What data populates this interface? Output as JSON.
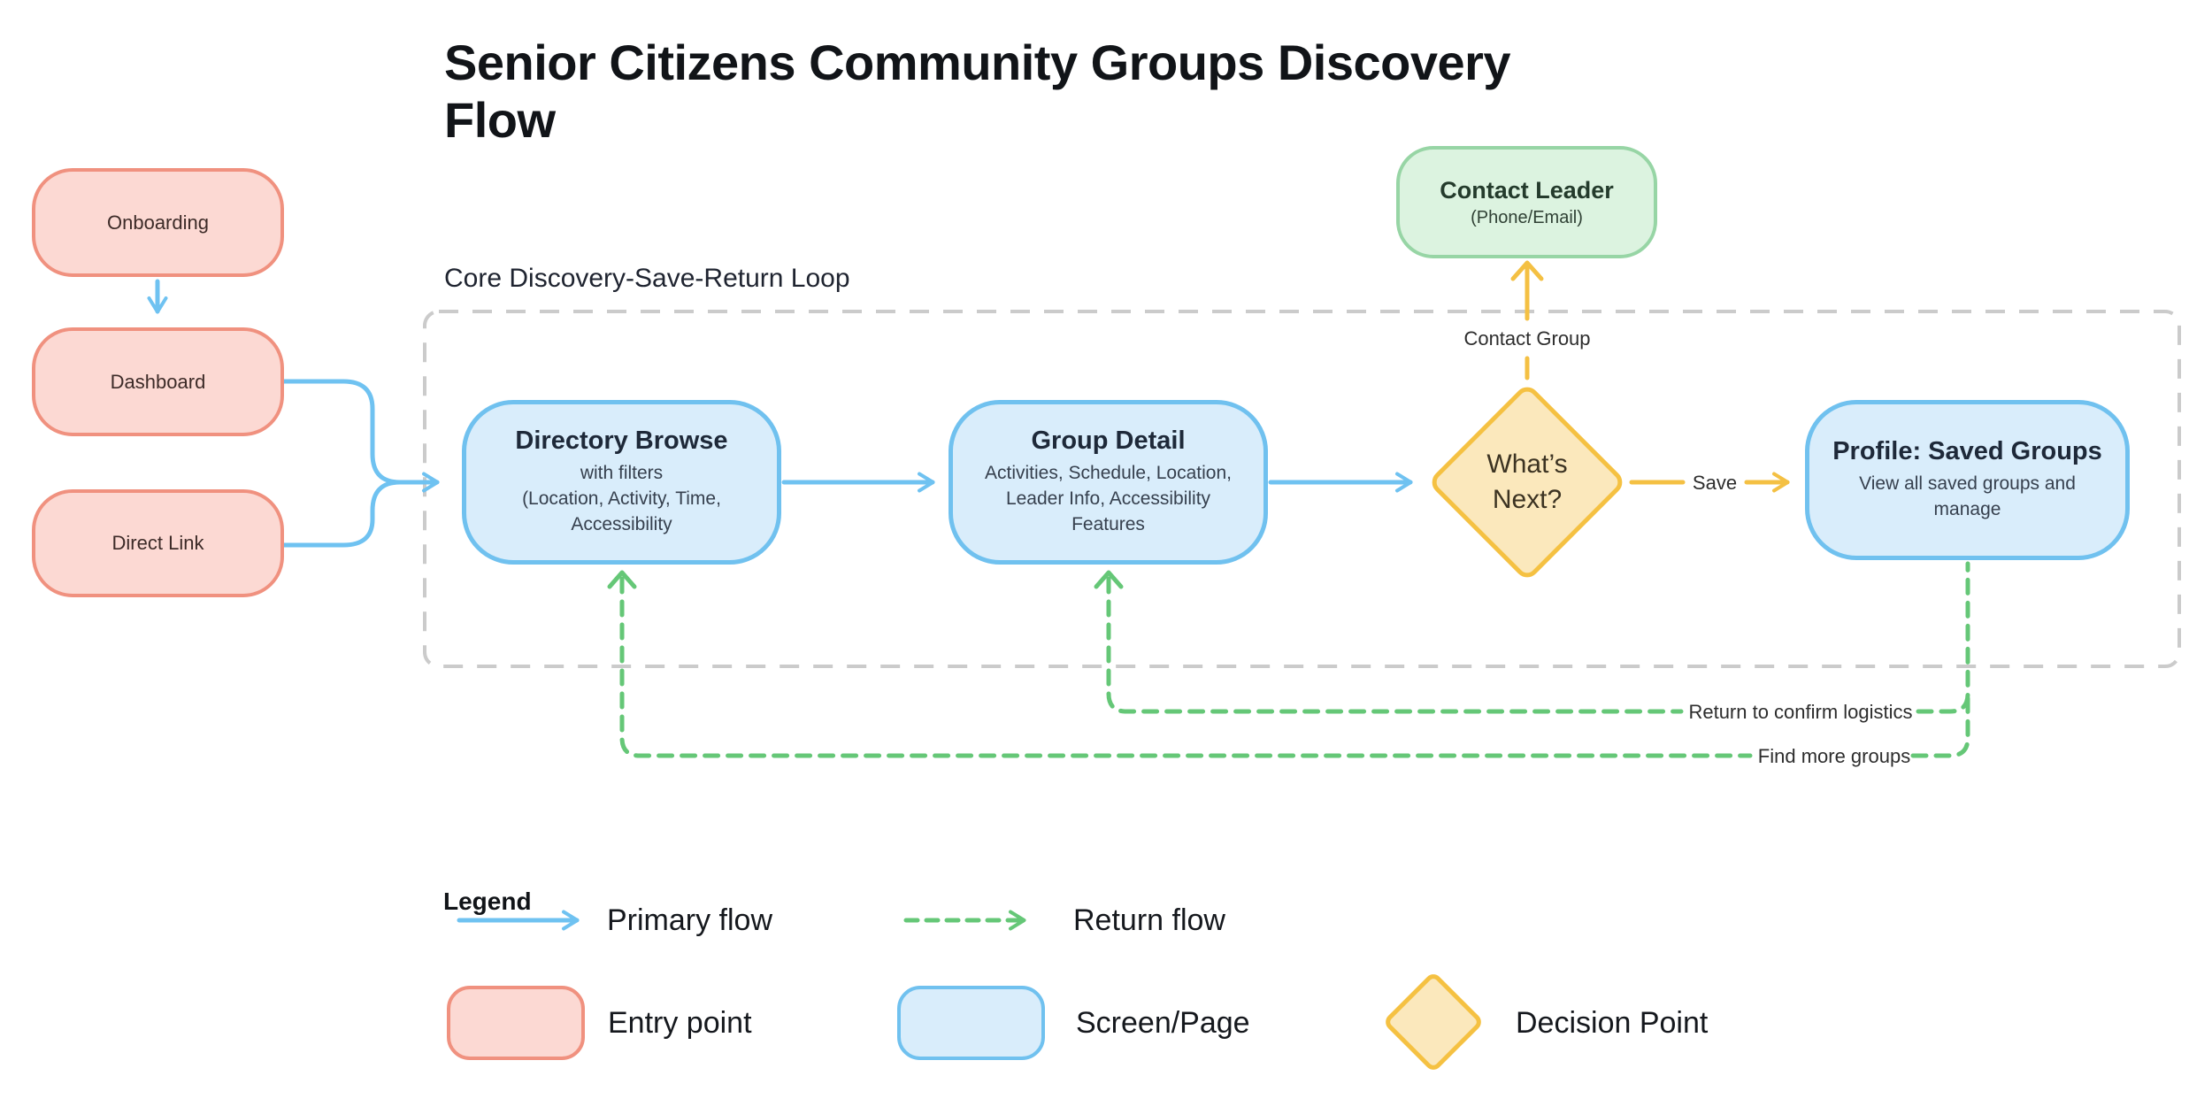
{
  "title": "Senior Citizens Community Groups Discovery Flow",
  "entry_points": [
    {
      "label": "Onboarding"
    },
    {
      "label": "Dashboard"
    },
    {
      "label": "Direct Link"
    }
  ],
  "loop_container": {
    "label": "Core Discovery-Save-Return Loop"
  },
  "screens": {
    "directory_browse": {
      "title": "Directory Browse",
      "subtitle_line1": "with filters",
      "subtitle_line2": "(Location, Activity, Time, Accessibility"
    },
    "group_detail": {
      "title": "Group Detail",
      "subtitle": "Activities, Schedule, Location, Leader Info, Accessibility Features"
    },
    "profile_saved_groups": {
      "title": "Profile: Saved Groups",
      "subtitle": "View all saved groups and manage"
    }
  },
  "decision": {
    "title": "What’s Next?"
  },
  "contact_leader": {
    "title": "Contact Leader",
    "subtitle": "(Phone/Email)"
  },
  "edge_labels": {
    "contact_group": "Contact Group",
    "save": "Save",
    "return_confirm": "Return to confirm logistics",
    "find_more": "Find more groups"
  },
  "legend": {
    "heading": "Legend",
    "primary_flow": "Primary flow",
    "return_flow": "Return flow",
    "entry_point": "Entry point",
    "screen_page": "Screen/Page",
    "decision_point": "Decision Point"
  },
  "colors": {
    "primary_flow_blue": "#6fc2f1",
    "return_flow_green": "#65c777",
    "entry_fill": "#fcd9d3",
    "entry_border": "#f0917f",
    "screen_fill": "#d9edfb",
    "screen_border": "#70c1ef",
    "decision_fill": "#fbe8bc",
    "decision_border": "#f5c142",
    "decision_edge_yellow": "#f4c043",
    "contact_fill": "#dcf3e0",
    "contact_border": "#97d5a5",
    "loop_dash_gray": "#cbcbcb"
  }
}
